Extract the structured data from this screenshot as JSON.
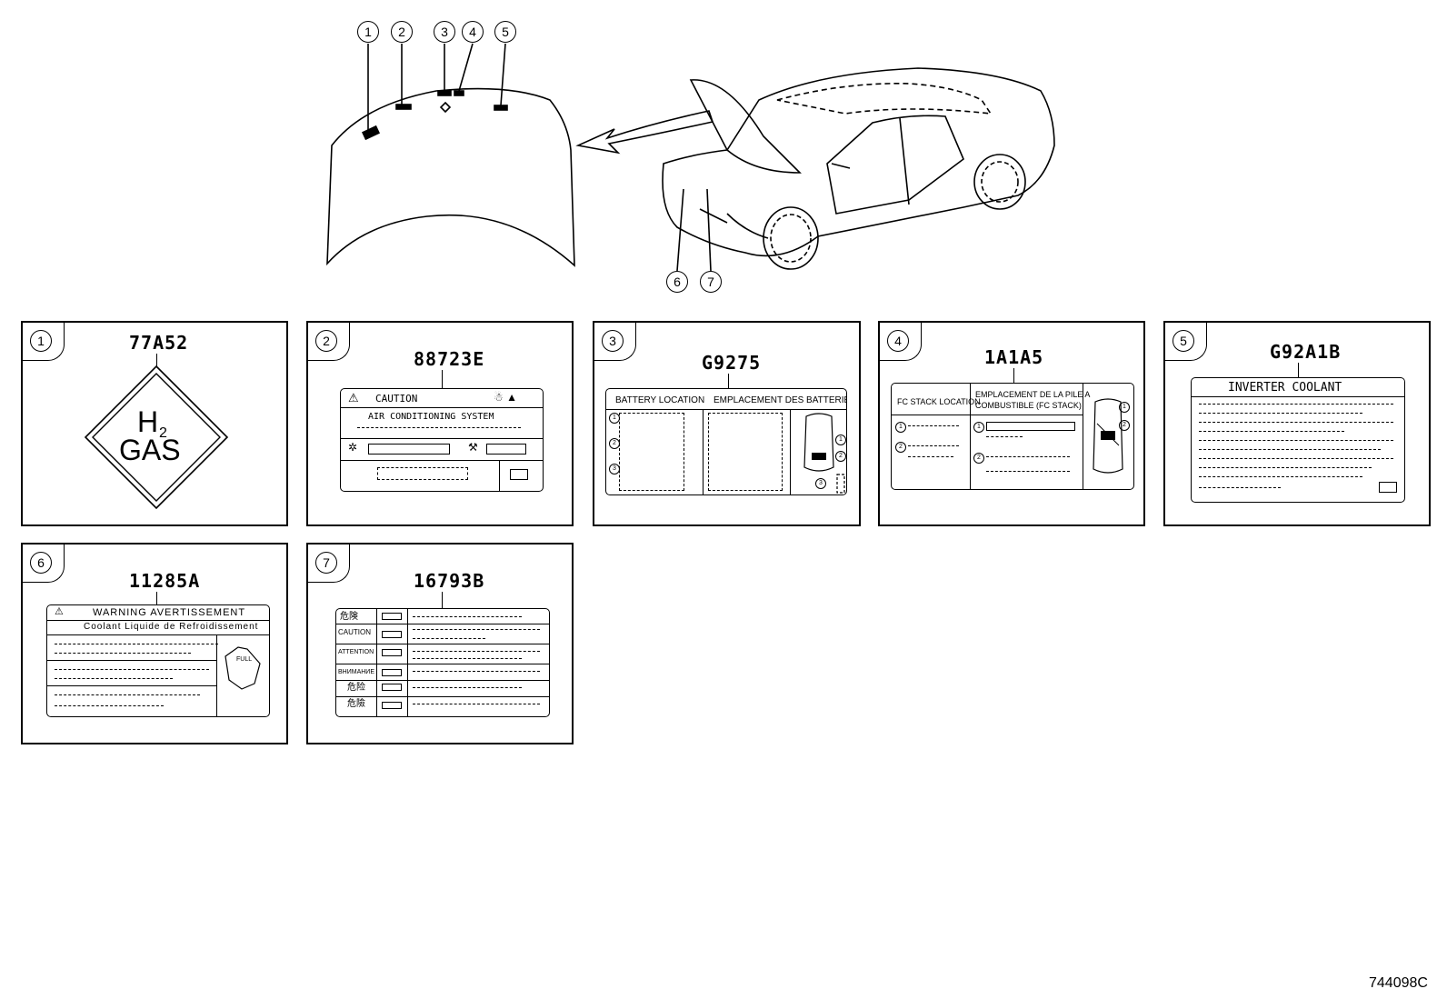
{
  "overview": {
    "hood_callouts": [
      "1",
      "2",
      "3",
      "4",
      "5"
    ],
    "car_callouts": [
      "6",
      "7"
    ]
  },
  "panels": [
    {
      "number": "1",
      "part_number": "77A52",
      "label": {
        "line1": "H",
        "subscript": "2",
        "line2": "GAS"
      }
    },
    {
      "number": "2",
      "part_number": "88723E",
      "label": {
        "heading": "CAUTION",
        "system": "AIR CONDITIONING SYSTEM"
      }
    },
    {
      "number": "3",
      "part_number": "G9275",
      "label": {
        "left_header": "BATTERY LOCATION",
        "right_header": "EMPLACEMENT DES BATTERIES",
        "markers": [
          "1",
          "2",
          "3"
        ]
      }
    },
    {
      "number": "4",
      "part_number": "1A1A5",
      "label": {
        "left_header": "FC STACK LOCATION",
        "right_header_line1": "EMPLACEMENT DE LA PILE A",
        "right_header_line2": "COMBUSTIBLE (FC STACK)",
        "markers": [
          "1",
          "2"
        ]
      }
    },
    {
      "number": "5",
      "part_number": "G92A1B",
      "label": {
        "heading": "INVERTER COOLANT"
      }
    },
    {
      "number": "6",
      "part_number": "11285A",
      "label": {
        "heading": "WARNING AVERTISSEMENT",
        "subheading": "Coolant Liquide de Refroidissement",
        "stamp_text": "FULL"
      }
    },
    {
      "number": "7",
      "part_number": "16793B",
      "label": {
        "rows": [
          "危険",
          "CAUTION",
          "ATTENTION",
          "BHИMAHИE",
          "危险",
          "危險"
        ]
      }
    }
  ],
  "footer": {
    "figure_id": "744098C"
  }
}
